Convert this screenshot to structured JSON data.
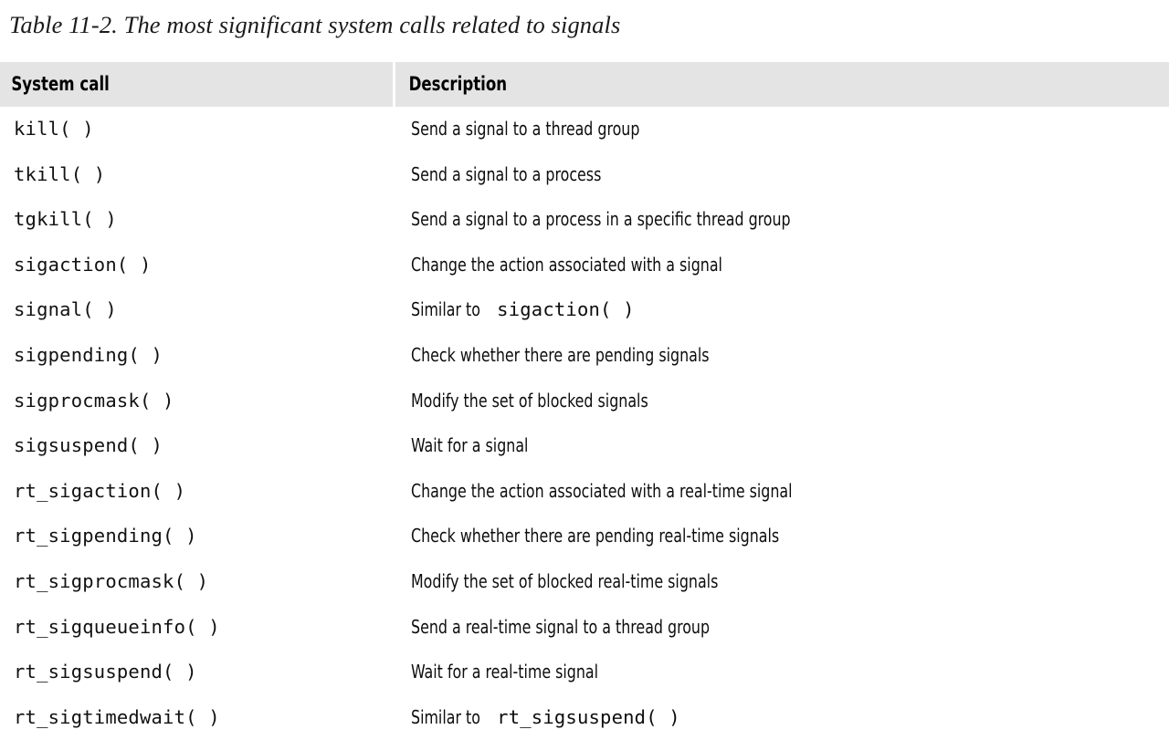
{
  "caption": "Table 11-2. The most significant system calls related to signals",
  "colors": {
    "header_background": "#e4e4e4",
    "page_background": "#ffffff",
    "text": "#000000"
  },
  "table": {
    "columns": [
      "System call",
      "Description"
    ],
    "rows": [
      {
        "call": "kill( )",
        "desc_plain": "Send a signal to a thread group",
        "desc_mono": ""
      },
      {
        "call": "tkill( )",
        "desc_plain": "Send a signal to a process",
        "desc_mono": ""
      },
      {
        "call": "tgkill( )",
        "desc_plain": "Send a signal to a process in a specific thread group",
        "desc_mono": ""
      },
      {
        "call": "sigaction( )",
        "desc_plain": "Change the action associated with a signal",
        "desc_mono": ""
      },
      {
        "call": "signal( )",
        "desc_plain": "Similar to ",
        "desc_mono": "sigaction( )"
      },
      {
        "call": "sigpending( )",
        "desc_plain": "Check whether there are pending signals",
        "desc_mono": ""
      },
      {
        "call": "sigprocmask( )",
        "desc_plain": "Modify the set of blocked signals",
        "desc_mono": ""
      },
      {
        "call": "sigsuspend( )",
        "desc_plain": "Wait for a signal",
        "desc_mono": ""
      },
      {
        "call": "rt_sigaction( )",
        "desc_plain": "Change the action associated with a real-time signal",
        "desc_mono": ""
      },
      {
        "call": "rt_sigpending( )",
        "desc_plain": "Check whether there are pending real-time signals",
        "desc_mono": ""
      },
      {
        "call": "rt_sigprocmask( )",
        "desc_plain": "Modify the set of blocked real-time signals",
        "desc_mono": ""
      },
      {
        "call": "rt_sigqueueinfo( )",
        "desc_plain": "Send a real-time signal to a thread group",
        "desc_mono": ""
      },
      {
        "call": "rt_sigsuspend( )",
        "desc_plain": "Wait for a real-time signal",
        "desc_mono": ""
      },
      {
        "call": "rt_sigtimedwait( )",
        "desc_plain": "Similar to ",
        "desc_mono": "rt_sigsuspend( )"
      }
    ]
  }
}
